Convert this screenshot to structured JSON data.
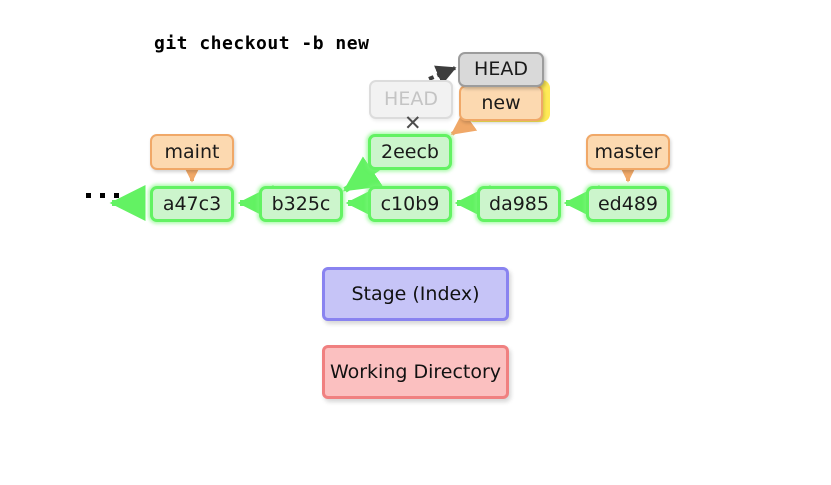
{
  "title": "git checkout -b new",
  "colors": {
    "commit_fill": "#ccf5cc",
    "commit_border": "#63f263",
    "branch_fill": "#fcd9b0",
    "branch_border": "#f0a868",
    "head_fill": "#d9d9d9",
    "head_border": "#9c9c9c",
    "head_faded_fill": "#f2f2f2",
    "head_faded_text": "#c4c4c4",
    "highlight": "#ffe94d",
    "stage_fill": "#c6c4f7",
    "stage_border": "#8983f0",
    "working_fill": "#fbc0c0",
    "working_border": "#f08080",
    "arrow_green": "#63f263",
    "arrow_orange": "#f0a868",
    "arrow_dashed": "#4d4d4d",
    "background": "#ffffff"
  },
  "commits": [
    {
      "id": "a47c3"
    },
    {
      "id": "b325c"
    },
    {
      "id": "c10b9"
    },
    {
      "id": "da985"
    },
    {
      "id": "ed489"
    },
    {
      "id": "2eecb"
    }
  ],
  "branches": [
    {
      "label": "maint"
    },
    {
      "label": "master"
    },
    {
      "label": "new"
    }
  ],
  "head": {
    "active_label": "HEAD",
    "faded_label": "HEAD",
    "detach_marker": "✕"
  },
  "areas": [
    {
      "label": "Stage (Index)"
    },
    {
      "label": "Working Directory"
    }
  ],
  "ellipsis": "· · ·"
}
